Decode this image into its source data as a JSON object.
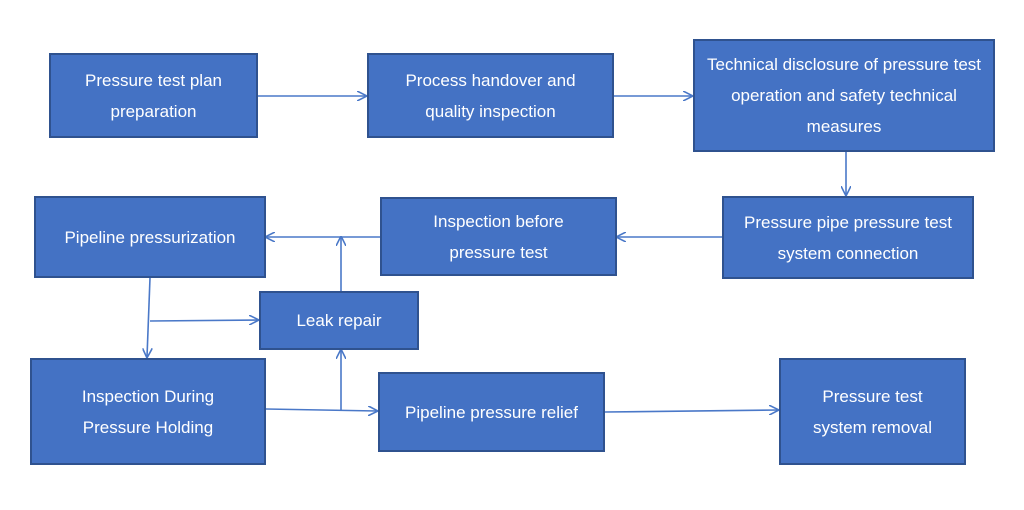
{
  "nodes": {
    "plan": "Pressure test plan preparation",
    "handover": "Process handover and quality inspection",
    "disclosure": "Technical disclosure of pressure test operation and safety technical measures",
    "connection": "Pressure pipe pressure test system connection",
    "inspect_before": "Inspection before pressure test",
    "pressurization": "Pipeline pressurization",
    "leak": "Leak repair",
    "holding": "Inspection During Pressure Holding",
    "relief": "Pipeline pressure relief",
    "removal": "Pressure test system removal"
  },
  "colors": {
    "box_fill": "#4472c4",
    "box_border": "#2f528f",
    "arrow": "#4a78c8"
  }
}
